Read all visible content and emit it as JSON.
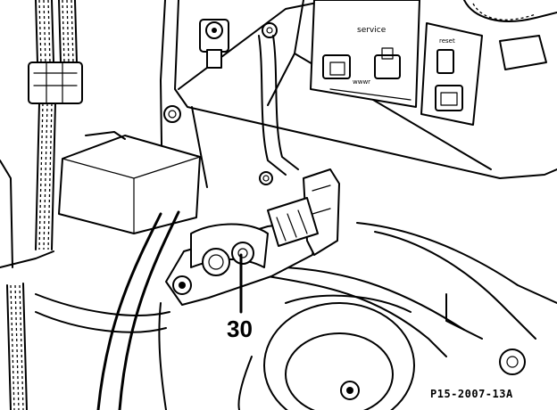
{
  "diagram": {
    "callout_label": "30",
    "figure_code": "P15-2007-13A",
    "service_panel_text": "service",
    "reset_panel_text": "reset",
    "service_window_text": "wwwr"
  }
}
